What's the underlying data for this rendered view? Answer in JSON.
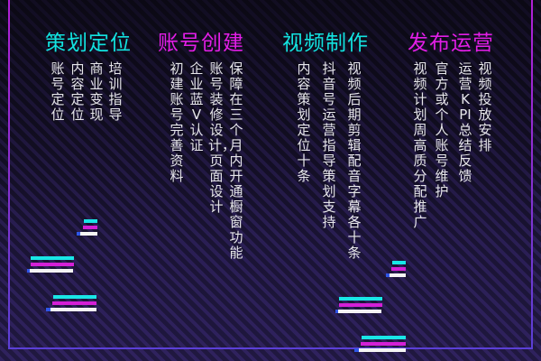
{
  "colors": {
    "cyan": "#12e3e0",
    "magenta": "#e21ee6",
    "text": "#e6e6ea",
    "frame": "#8a2fd0",
    "background": "#1a1433"
  },
  "sections": [
    {
      "title": "策划定位",
      "title_color": "cyan",
      "items": [
        "账号定位",
        "内容定位",
        "商业变现",
        "培训指导"
      ]
    },
    {
      "title": "账号创建",
      "title_color": "magenta",
      "items": [
        "初建账号完善资料",
        "企业蓝V认证",
        "账号装修设计，页面设计",
        "保障在三个月内开通橱窗功能"
      ]
    },
    {
      "title": "视频制作",
      "title_color": "cyan",
      "items": [
        "内容策划定位十条",
        "抖音号运营指导策划支持",
        "视频后期剪辑配音字幕各十条"
      ]
    },
    {
      "title": "发布运营",
      "title_color": "magenta",
      "items": [
        "视频计划周高质分配推广",
        "官方或个人账号维护",
        "运营KPI总结反馈",
        "视频投放安排"
      ]
    }
  ]
}
